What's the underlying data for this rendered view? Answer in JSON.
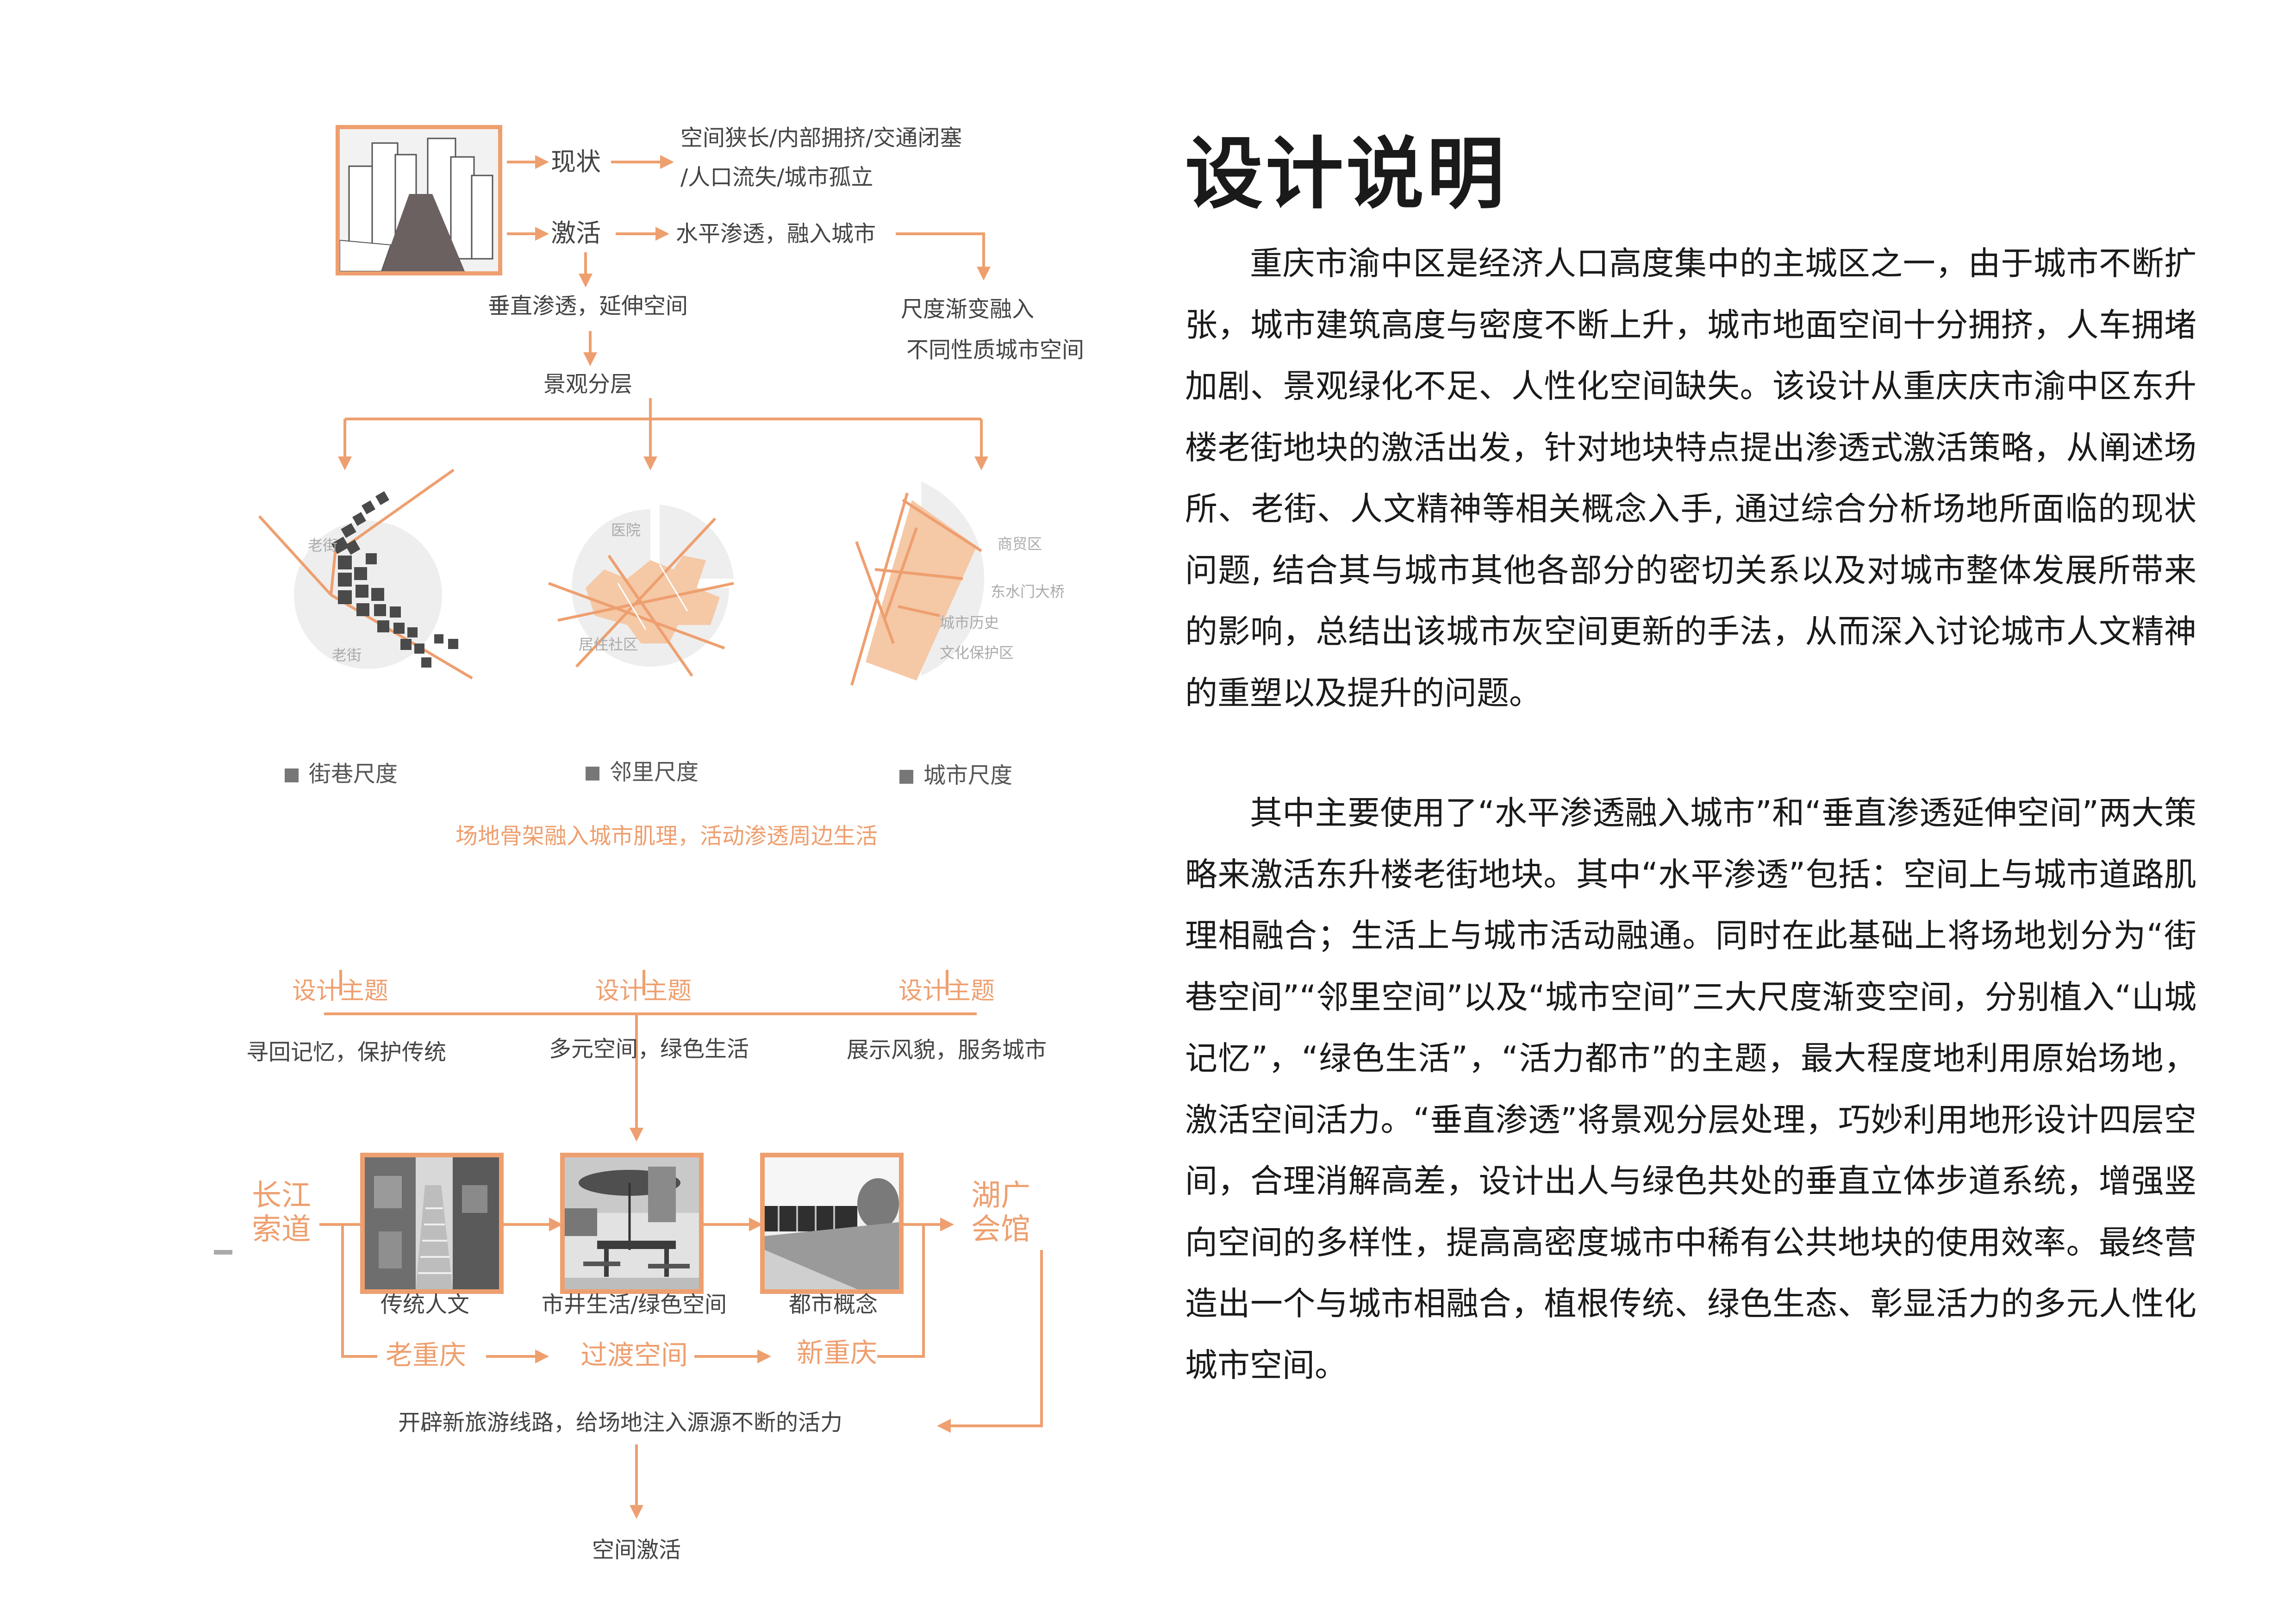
{
  "diagram": {
    "flow": {
      "current_label": "现状",
      "current_desc_line1": "空间狭长/内部拥挤/交通闭塞",
      "current_desc_line2": "/人口流失/城市孤立",
      "activate_label": "激活",
      "horizontal_strategy": "水平渗透，融入城市",
      "vertical_strategy": "垂直渗透，延伸空间",
      "landscape_layers": "景观分层",
      "scale_line1": "尺度渐变融入",
      "scale_line2": "不同性质城市空间"
    },
    "maps": {
      "street": {
        "label_top": "老街",
        "label_bottom": "老街",
        "legend": "街巷尺度"
      },
      "neighbor": {
        "label_top": "医院",
        "label_bottom": "居住社区",
        "legend": "邻里尺度"
      },
      "city": {
        "label_1": "商贸区",
        "label_2": "东水门大桥",
        "label_3": "城市历史",
        "label_4": "文化保护区",
        "legend": "城市尺度"
      }
    },
    "site_caption": "场地骨架融入城市肌理，活动渗透周边生活",
    "themes": [
      {
        "heading": "设计主题",
        "text": "寻回记忆，保护传统"
      },
      {
        "heading": "设计主题",
        "text": "多元空间，绿色生活"
      },
      {
        "heading": "设计主题",
        "text": "展示风貌，服务城市"
      }
    ],
    "left_endpoint_line1": "长江",
    "left_endpoint_line2": "索道",
    "right_endpoint_line1": "湖广",
    "right_endpoint_line2": "会馆",
    "photos": [
      {
        "caption": "传统人文"
      },
      {
        "caption": "市井生活/绿色空间"
      },
      {
        "caption": "都市概念"
      }
    ],
    "stages": [
      "老重庆",
      "过渡空间",
      "新重庆"
    ],
    "tour_route": "开辟新旅游线路，给场地注入源源不断的活力",
    "final": "空间激活",
    "colors": {
      "accent": "#ee9f6f",
      "block": "#555555",
      "circle": "#eeeeee"
    }
  },
  "description": {
    "title": "设计说明",
    "paragraph1": "重庆市渝中区是经济人口高度集中的主城区之一，由于城市不断扩张，城市建筑高度与密度不断上升，城市地面空间十分拥挤，人车拥堵加剧、景观绿化不足、人性化空间缺失。该设计从重庆庆市渝中区东升楼老街地块的激活出发，针对地块特点提出渗透式激活策略，从阐述场所、老街、人文精神等相关概念入手, 通过综合分析场地所面临的现状问题, 结合其与城市其他各部分的密切关系以及对城市整体发展所带来的影响，总结出该城市灰空间更新的手法，从而深入讨论城市人文精神的重塑以及提升的问题。",
    "paragraph2": "其中主要使用了“水平渗透融入城市”和“垂直渗透延伸空间”两大策略来激活东升楼老街地块。其中“水平渗透”包括：空间上与城市道路肌理相融合；生活上与城市活动融通。同时在此基础上将场地划分为“街巷空间”“邻里空间”以及“城市空间”三大尺度渐变空间，分别植入“山城记忆”，“绿色生活”，“活力都市”的主题，最大程度地利用原始场地，激活空间活力。“垂直渗透”将景观分层处理，巧妙利用地形设计四层空间，合理消解高差，设计出人与绿色共处的垂直立体步道系统，增强竖向空间的多样性，提高高密度城市中稀有公共地块的使用效率。最终营造出一个与城市相融合，植根传统、绿色生态、彰显活力的多元人性化城市空间。"
  }
}
